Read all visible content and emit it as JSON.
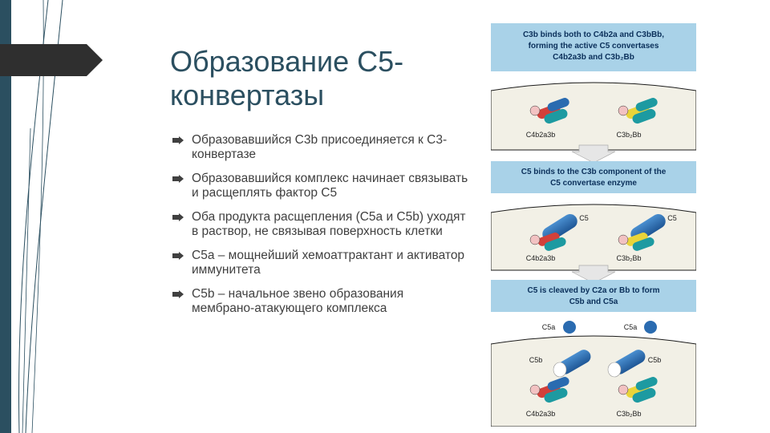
{
  "slide": {
    "title": "Образование С5-конвертазы",
    "bullets": [
      "Образовавшийся С3b присоединяется к С3-конвертазе",
      "Образовавшийся комплекс начинает связывать и расщеплять фактор С5",
      "Оба продукта расщепления (С5а и С5b) уходят в раствор, не связывая поверхность клетки",
      "С5а – мощнейший хемоаттрактант и активатор иммунитета",
      "С5b – начальное звено образования мембрано-атакующего комплекса"
    ]
  },
  "figure": {
    "panel1": {
      "caption_lines": [
        "C3b binds both to C4b2a and C3bBb,",
        "forming the active C5 convertases",
        "C4b2a3b and C3b₂Bb"
      ],
      "labels": [
        "C4b2a3b",
        "C3b₂Bb"
      ]
    },
    "panel2": {
      "caption_lines": [
        "C5 binds to the C3b component of the",
        "C5 convertase enzyme"
      ],
      "labels": [
        "C5",
        "C5",
        "C4b2a3b",
        "C3b₂Bb"
      ]
    },
    "panel3": {
      "caption_lines": [
        "C5 is cleaved by C2a or Bb to form",
        "C5b and C5a"
      ],
      "labels": [
        "C5a",
        "C5a",
        "C5b",
        "C5b",
        "C4b2a3b",
        "C3b₂Bb"
      ]
    },
    "colors": {
      "header_bg": "#a9d2e8",
      "header_text": "#0a2f5a",
      "membrane_bg": "#f2f0e6",
      "c5_blue": "#2a6bb0",
      "teal": "#1d9aa1",
      "red": "#d2403a",
      "yellow": "#e9d43a",
      "pink": "#f2c2c2",
      "arrow": "#e6e6e6"
    }
  }
}
